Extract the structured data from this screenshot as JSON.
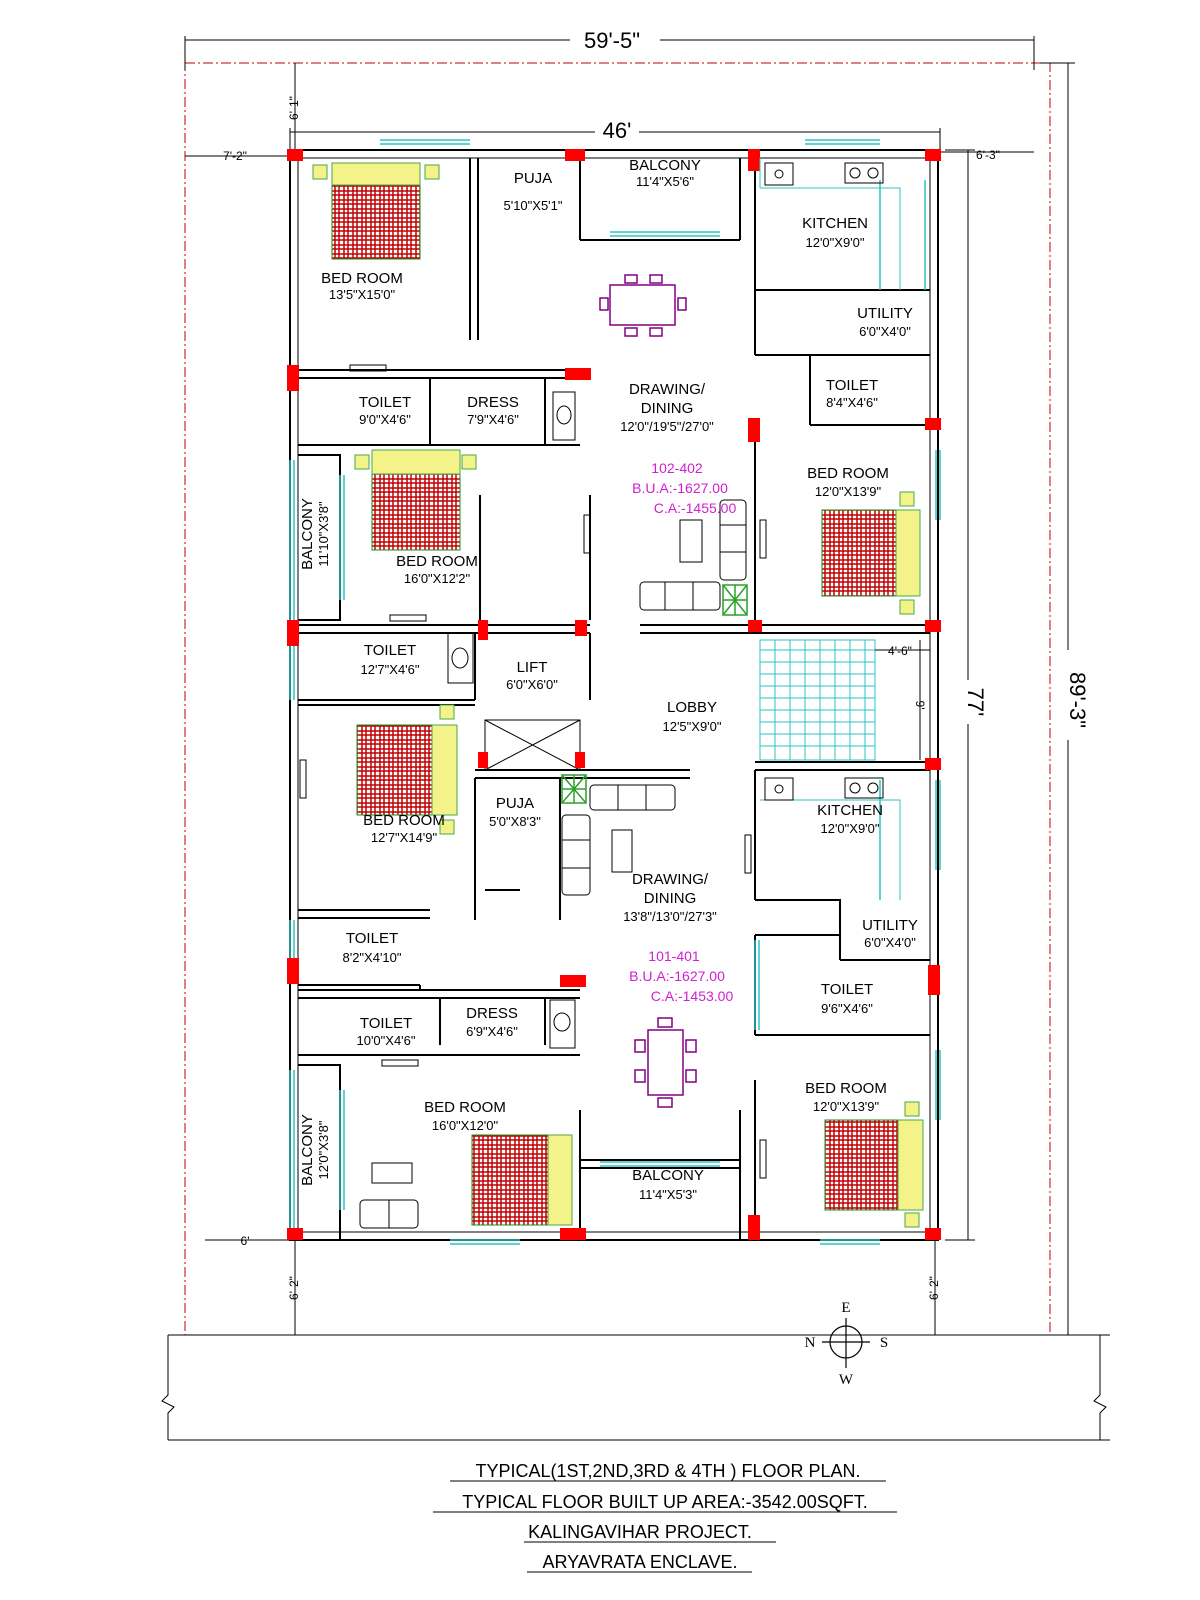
{
  "dimensions": {
    "overall_width": "59'-5\"",
    "overall_depth": "89'-3\"",
    "building_width": "46'",
    "building_depth": "77'",
    "setback_top": "6'-1\"",
    "setback_left": "7'-2\"",
    "setback_right": "6'-3\"",
    "setback_bottom_left": "6'-2\"",
    "setback_bottom_right": "6'-2\"",
    "setback_left_bottom": "6'",
    "stair_width": "4'-6\"",
    "stair_depth": "9'"
  },
  "rooms": {
    "bed_room_1": {
      "name": "BED ROOM",
      "size": "13'5\"X15'0\""
    },
    "puja_1": {
      "name": "PUJA",
      "size": "5'10\"X5'1\""
    },
    "balcony_top": {
      "name": "BALCONY",
      "size": "11'4\"X5'6\""
    },
    "kitchen_1": {
      "name": "KITCHEN",
      "size": "12'0\"X9'0\""
    },
    "utility_1": {
      "name": "UTILITY",
      "size": "6'0\"X4'0\""
    },
    "toilet_1": {
      "name": "TOILET",
      "size": "9'0\"X4'6\""
    },
    "dress_1": {
      "name": "DRESS",
      "size": "7'9\"X4'6\""
    },
    "drawing_1": {
      "name_line1": "DRAWING/",
      "name_line2": "DINING",
      "size": "12'0\"/19'5\"/27'0\""
    },
    "toilet_2": {
      "name": "TOILET",
      "size": "8'4\"X4'6\""
    },
    "balcony_left_1": {
      "name": "BALCONY",
      "size": "11'10\"X3'8\""
    },
    "bed_room_2": {
      "name": "BED ROOM",
      "size": "16'0\"X12'2\""
    },
    "bed_room_3": {
      "name": "BED ROOM",
      "size": "12'0\"X13'9\""
    },
    "toilet_3": {
      "name": "TOILET",
      "size": "12'7\"X4'6\""
    },
    "lift": {
      "name": "LIFT",
      "size": "6'0\"X6'0\""
    },
    "lobby": {
      "name": "LOBBY",
      "size": "12'5\"X9'0\""
    },
    "bed_room_4": {
      "name": "BED ROOM",
      "size": "12'7\"X14'9\""
    },
    "puja_2": {
      "name": "PUJA",
      "size": "5'0\"X8'3\""
    },
    "kitchen_2": {
      "name": "KITCHEN",
      "size": "12'0\"X9'0\""
    },
    "drawing_2": {
      "name_line1": "DRAWING/",
      "name_line2": "DINING",
      "size": "13'8\"/13'0\"/27'3\""
    },
    "utility_2": {
      "name": "UTILITY",
      "size": "6'0\"X4'0\""
    },
    "toilet_4": {
      "name": "TOILET",
      "size": "8'2\"X4'10\""
    },
    "toilet_5": {
      "name": "TOILET",
      "size": "9'6\"X4'6\""
    },
    "toilet_6": {
      "name": "TOILET",
      "size": "10'0\"X4'6\""
    },
    "dress_2": {
      "name": "DRESS",
      "size": "6'9\"X4'6\""
    },
    "balcony_left_2": {
      "name": "BALCONY",
      "size": "12'0\"X3'8\""
    },
    "bed_room_5": {
      "name": "BED ROOM",
      "size": "16'0\"X12'0\""
    },
    "bed_room_6": {
      "name": "BED ROOM",
      "size": "12'0\"X13'9\""
    },
    "balcony_bottom": {
      "name": "BALCONY",
      "size": "11'4\"X5'3\""
    }
  },
  "flats": {
    "upper": {
      "number": "102-402",
      "bua": "B.U.A:-1627.00",
      "ca": "C.A:-1455.00"
    },
    "lower": {
      "number": "101-401",
      "bua": "B.U.A:-1627.00",
      "ca": "C.A:-1453.00"
    }
  },
  "compass": {
    "north": "N",
    "south": "S",
    "east": "E",
    "west": "W"
  },
  "notes": {
    "line1": "TYPICAL(1ST,2ND,3RD & 4TH ) FLOOR PLAN.",
    "line2": "TYPICAL FLOOR BUILT UP AREA:-3542.00SQFT.",
    "line3": "KALINGAVIHAR PROJECT.",
    "line4": "ARYAVRATA ENCLAVE."
  },
  "colors": {
    "column": "#ff0000",
    "window": "#2cc3c3",
    "flat_label": "#d020d0",
    "plot_boundary": "#c00000",
    "furniture": "#800080",
    "bed_pattern": "#c00000"
  }
}
